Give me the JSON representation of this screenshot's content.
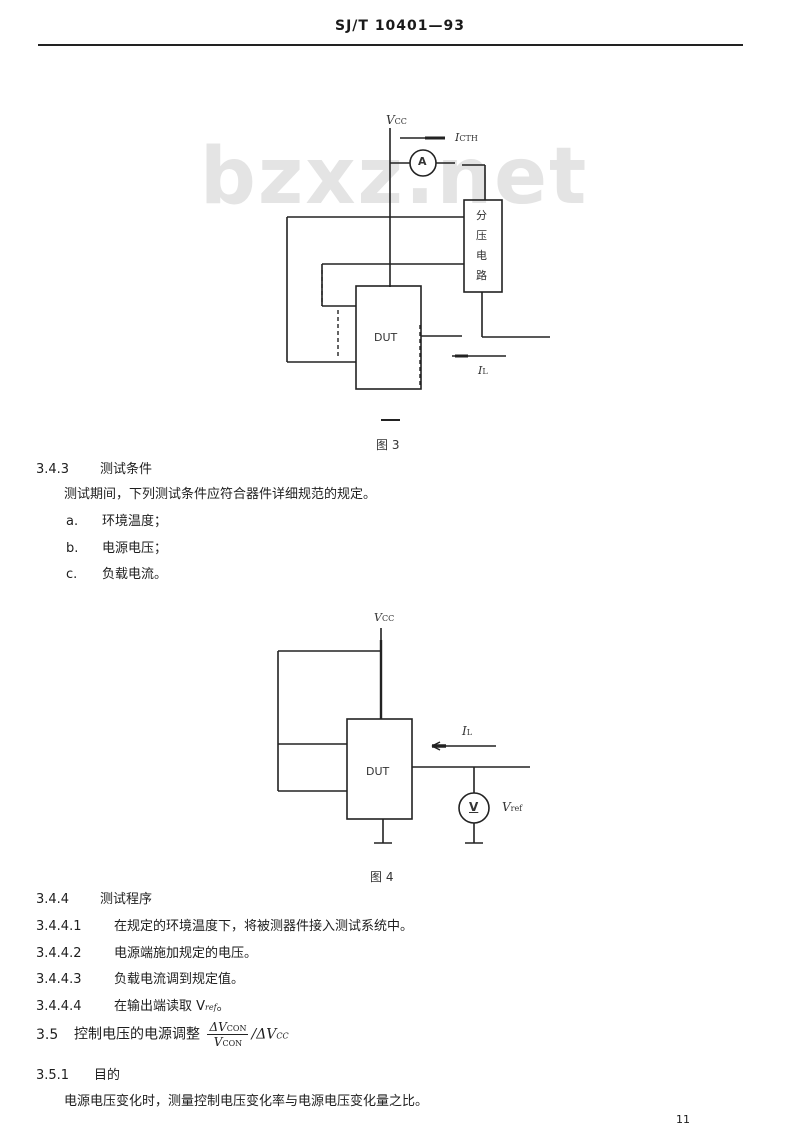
{
  "header": {
    "standard_number": "SJ/T 10401—93"
  },
  "watermark": "bzxz.net",
  "figure3": {
    "caption": "图 3",
    "supply_label": "V",
    "supply_sub": "CC",
    "current_label": "I",
    "current_sub": "CTH",
    "ammeter_symbol": "A",
    "divider_label": [
      "分",
      "压",
      "电",
      "路"
    ],
    "dut_label": "DUT",
    "load_current_label": "I",
    "load_current_sub": "L"
  },
  "section_3_4_3": {
    "number": "3.4.3",
    "title": "测试条件",
    "intro": "测试期间，下列测试条件应符合器件详细规范的规定。",
    "items": [
      {
        "marker": "a.",
        "text": "环境温度；"
      },
      {
        "marker": "b.",
        "text": "电源电压；"
      },
      {
        "marker": "c.",
        "text": "负载电流。"
      }
    ]
  },
  "figure4": {
    "caption": "图 4",
    "supply_label": "V",
    "supply_sub": "CC",
    "dut_label": "DUT",
    "load_current_label": "I",
    "load_current_sub": "L",
    "voltmeter_symbol": "V",
    "output_label": "V",
    "output_sub": "ref"
  },
  "section_3_4_4": {
    "number": "3.4.4",
    "title": "测试程序",
    "steps": [
      {
        "number": "3.4.4.1",
        "text": "在规定的环境温度下，将被测器件接入测试系统中。"
      },
      {
        "number": "3.4.4.2",
        "text": "电源端施加规定的电压。"
      },
      {
        "number": "3.4.4.3",
        "text": "负载电流调到规定值。"
      },
      {
        "number": "3.4.4.4",
        "text": "在输出端读取 V",
        "sub": "ref",
        "suffix": "。"
      }
    ]
  },
  "section_3_5": {
    "number": "3.5",
    "title": "控制电压的电源调整",
    "formula": {
      "num": "ΔV",
      "num_sub": "CON",
      "den": "V",
      "den_sub": "CON",
      "tail": "/ΔV",
      "tail_sub": "CC"
    }
  },
  "section_3_5_1": {
    "number": "3.5.1",
    "title": "目的",
    "text": "电源电压变化时，测量控制电压变化率与电源电压变化量之比。"
  },
  "page_number": "11"
}
